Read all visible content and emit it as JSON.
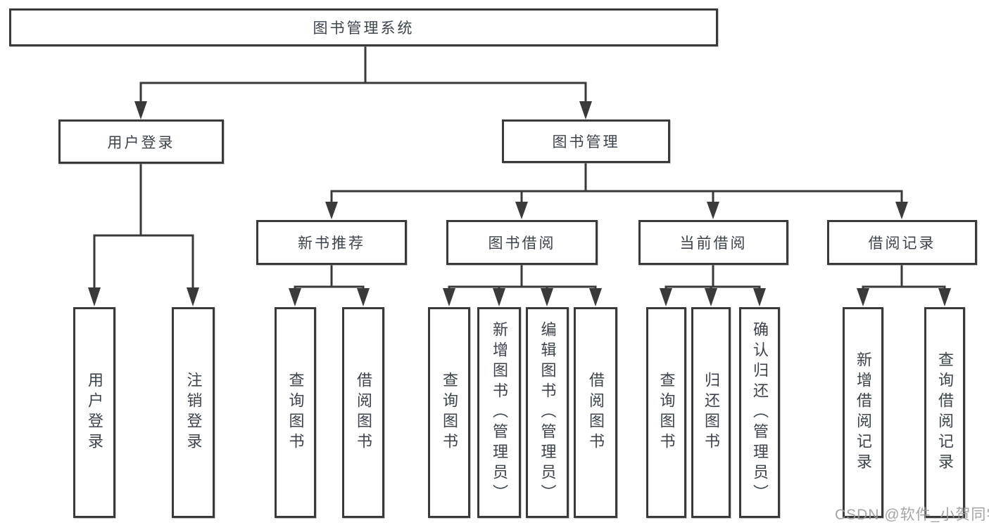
{
  "diagram": {
    "root": {
      "label": "图书管理系统"
    },
    "branches": [
      {
        "label": "用户登录",
        "children": [
          {
            "label": "用户登录"
          },
          {
            "label": "注销登录"
          }
        ]
      },
      {
        "label": "图书管理",
        "children": [
          {
            "label": "新书推荐",
            "children": [
              {
                "label": "查询图书"
              },
              {
                "label": "借阅图书"
              }
            ]
          },
          {
            "label": "图书借阅",
            "children": [
              {
                "label": "查询图书"
              },
              {
                "label": "新增图书（管理员）"
              },
              {
                "label": "编辑图书（管理员）"
              },
              {
                "label": "借阅图书"
              }
            ]
          },
          {
            "label": "当前借阅",
            "children": [
              {
                "label": "查询图书"
              },
              {
                "label": "归还图书"
              },
              {
                "label": "确认归还（管理员）"
              }
            ]
          },
          {
            "label": "借阅记录",
            "children": [
              {
                "label": "新增借阅记录"
              },
              {
                "label": "查询借阅记录"
              }
            ]
          }
        ]
      }
    ],
    "watermark": "CSDN @软件_小贺同学",
    "colors": {
      "line": "#3a3a3a",
      "text": "#3d434d",
      "watermark": "#9b9b9b"
    }
  }
}
